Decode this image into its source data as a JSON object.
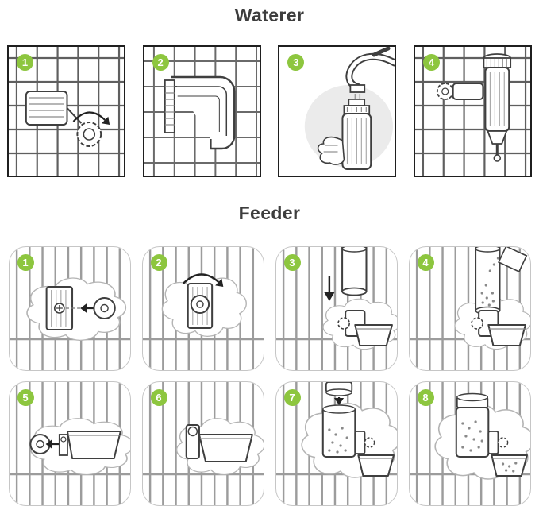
{
  "colors": {
    "badge_green": "#8dc63f",
    "badge_text": "#ffffff",
    "title_color": "#3d3d3d",
    "waterer_panel_border": "#1f1f1f",
    "feeder_panel_border": "#c6c6c6"
  },
  "sections": [
    {
      "id": "waterer",
      "title": "Waterer",
      "steps": [
        {
          "number": "1",
          "art": "clamp-with-thumb-knob-on-cage"
        },
        {
          "number": "2",
          "art": "bottle-holder-bracket-on-cage"
        },
        {
          "number": "3",
          "art": "fill-bottle-under-faucet"
        },
        {
          "number": "4",
          "art": "waterer-bottle-mounted-on-cage"
        }
      ]
    },
    {
      "id": "feeder",
      "title": "Feeder",
      "steps": [
        {
          "number": "1",
          "art": "screw-plate-through-cage-into-disc"
        },
        {
          "number": "2",
          "art": "tighten-knob-rotate-arrow"
        },
        {
          "number": "3",
          "art": "insert-tube-into-bracket-above-bowl"
        },
        {
          "number": "4",
          "art": "pour-food-from-packet-into-tube"
        },
        {
          "number": "5",
          "art": "attach-bowl-to-cage-mount"
        },
        {
          "number": "6",
          "art": "bowl-mounted-on-cage"
        },
        {
          "number": "7",
          "art": "place-lid-on-food-container"
        },
        {
          "number": "8",
          "art": "feeder-assembled-complete"
        }
      ]
    }
  ]
}
